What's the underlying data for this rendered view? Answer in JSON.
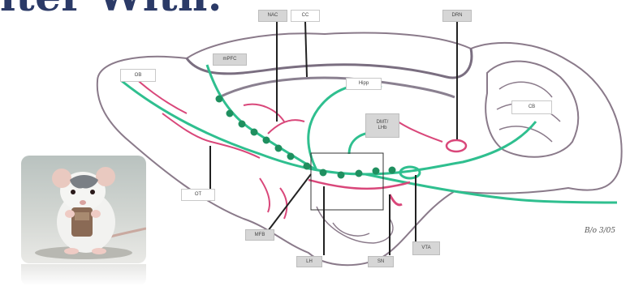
{
  "slide": {
    "title": "lter With."
  },
  "labels": {
    "nac": "NAC",
    "cc": "CC",
    "drn": "DRN",
    "ob": "OB",
    "mpfc": "mPFC",
    "hipp": "Hipp",
    "dmt_lhb": "DMT/\nLHb",
    "cb": "CB",
    "ot": "OT",
    "mfb": "MFB",
    "lh": "LH",
    "sn": "SN",
    "vta": "VTA"
  },
  "signature": "B/o 3/05",
  "colors": {
    "pathway_green": "#2fbf8f",
    "pathway_pink": "#d9477a",
    "outline": "#8a7a8a"
  }
}
